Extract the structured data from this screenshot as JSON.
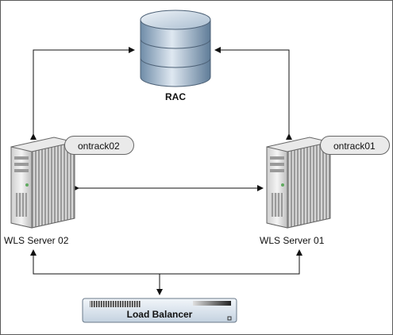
{
  "database": {
    "label": "RAC"
  },
  "servers": [
    {
      "hostname": "ontrack02",
      "label": "WLS Server 02"
    },
    {
      "hostname": "ontrack01",
      "label": "WLS Server 01"
    }
  ],
  "load_balancer": {
    "label": "Load Balancer"
  },
  "colors": {
    "line": "#111111",
    "db_top": "#c8d6e4",
    "db_body": "#9fb6cc",
    "server_body": "#e4e4e4",
    "tag_fill": "#eaeaea",
    "lb_fill": "#dfe7f0"
  }
}
